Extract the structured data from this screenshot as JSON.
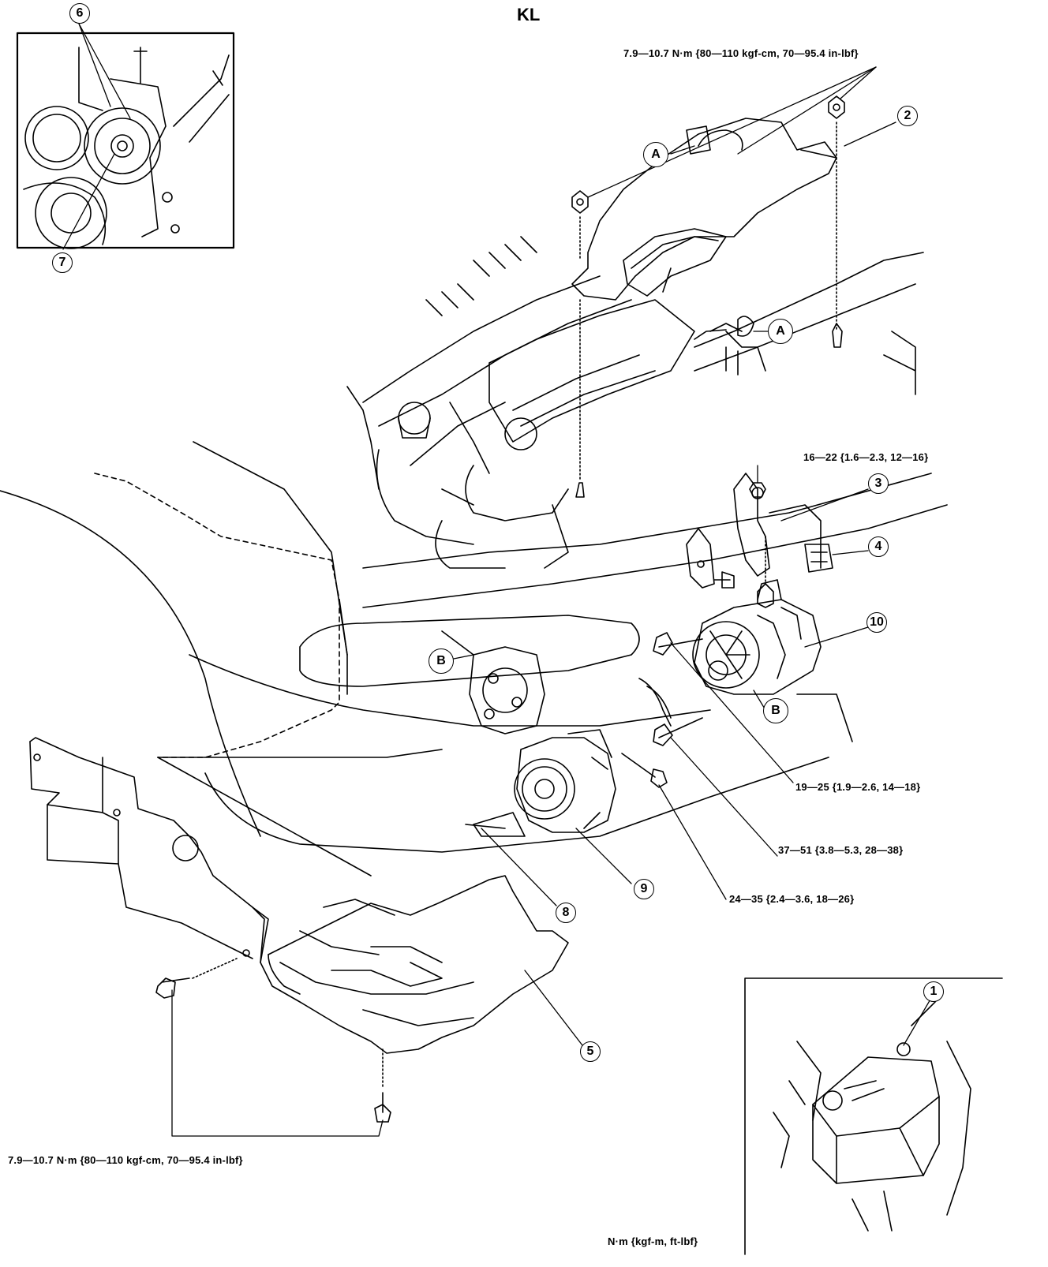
{
  "title": "KL",
  "units_note": "N·m {kgf-m, ft-lbf}",
  "torques": {
    "intake_nuts": "7.9—10.7 N·m {80—110 kgf-cm, 70—95.4 in-lbf}",
    "bracket_bolt": "16—22 {1.6—2.3, 12—16}",
    "alternator_upper": "19—25 {1.9—2.6, 14—18}",
    "alternator_lower": "37—51 {3.8—5.3, 28—38}",
    "compressor_bolt": "24—35 {2.4—3.6, 18—26}",
    "undercover_bolts": "7.9—10.7 N·m {80—110 kgf-cm, 70—95.4 in-lbf}"
  },
  "callouts": {
    "n1": "1",
    "n2": "2",
    "n3": "3",
    "n4": "4",
    "n5": "5",
    "n6": "6",
    "n7": "7",
    "n8": "8",
    "n9": "9",
    "n10": "10"
  },
  "connectors": {
    "a1": "A",
    "a2": "A",
    "b1": "B",
    "b2": "B"
  }
}
